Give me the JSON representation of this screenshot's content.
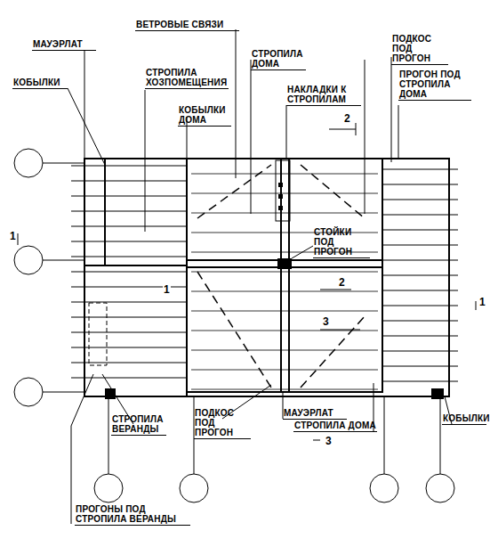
{
  "diagram": {
    "labels": [
      "МАУЭРЛАТ",
      "ВЕТРОВЫЕ СВЯЗИ",
      "СТРОПИЛА ДОМА",
      "ПОДКОС ПОД ПРОГОН",
      "КОБЫЛКИ",
      "СТРОПИЛА ХОЗПОМЕЩЕНИЯ",
      "НАКЛАДКИ К СТРОПИЛАМ",
      "ПРОГОН ПОД СТРОПИЛА ДОМА",
      "КОБЫЛКИ ДОМА",
      "2",
      "1",
      "СТОЙКИ ПОД ПРОГОН",
      "1",
      "2",
      "1",
      "3",
      "СТРОПИЛА ВЕРАНДЫ",
      "ПОДКОС ПОД ПРОГОН",
      "МАУЭРЛАТ",
      "СТРОПИЛА ДОМА",
      "КОБЫЛКИ",
      "3",
      "ПРОГОНЫ ПОД СТРОПИЛА ВЕРАНДЫ"
    ]
  }
}
